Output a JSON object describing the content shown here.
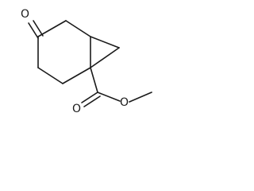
{
  "molecule": {
    "atoms": {
      "ketone_oxygen": "O",
      "carbonyl_oxygen": "O",
      "ester_oxygen": "O"
    },
    "colors": {
      "bond": "#1a1a1a",
      "background": "#ffffff"
    }
  }
}
